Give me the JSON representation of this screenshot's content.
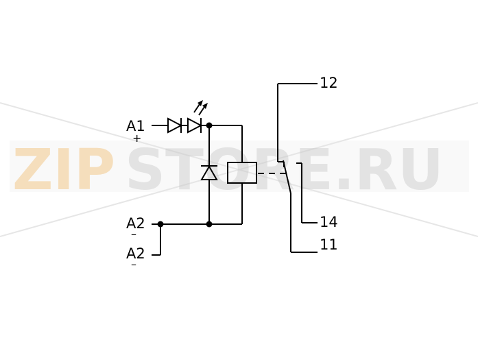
{
  "watermark": {
    "part1": "ZIP",
    "part2": "STORE.RU"
  },
  "terminals": {
    "a1": "A1",
    "a1_sign": "+",
    "a2_top": "A2",
    "a2_top_sign": "–",
    "a2_bottom": "A2",
    "a2_bottom_sign": "–",
    "t12": "12",
    "t14": "14",
    "t11": "11"
  },
  "colors": {
    "line": "#000000",
    "watermark_orange": "#f3c98c",
    "watermark_gray": "#c9c9c9"
  }
}
